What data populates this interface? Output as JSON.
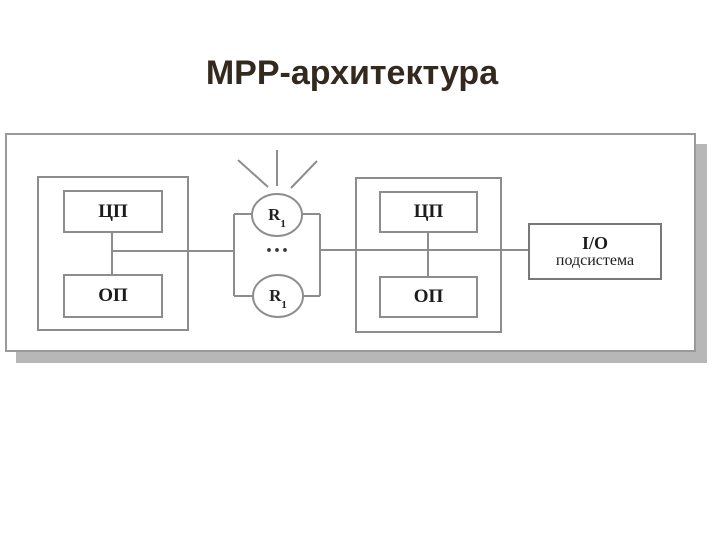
{
  "slide": {
    "title": "MPP-архитектура"
  },
  "diagram": {
    "node_left": {
      "cpu_label": "ЦП",
      "mem_label": "ОП"
    },
    "node_right": {
      "cpu_label": "ЦП",
      "mem_label": "ОП"
    },
    "router_top": {
      "label": "R",
      "sub": "1"
    },
    "router_bottom": {
      "label": "R",
      "sub": "1"
    },
    "ellipsis": "...",
    "io_box": {
      "line1": "I/O",
      "line2": "подсистема"
    }
  },
  "colors": {
    "background": "#ffffff",
    "title_text": "#33291f",
    "panel_border": "#9a9a9a",
    "panel_shadow": "#b7b7b7",
    "diagram_line": "#8d8d8d",
    "io_border": "#787878",
    "diagram_text": "#1c1c1c"
  }
}
